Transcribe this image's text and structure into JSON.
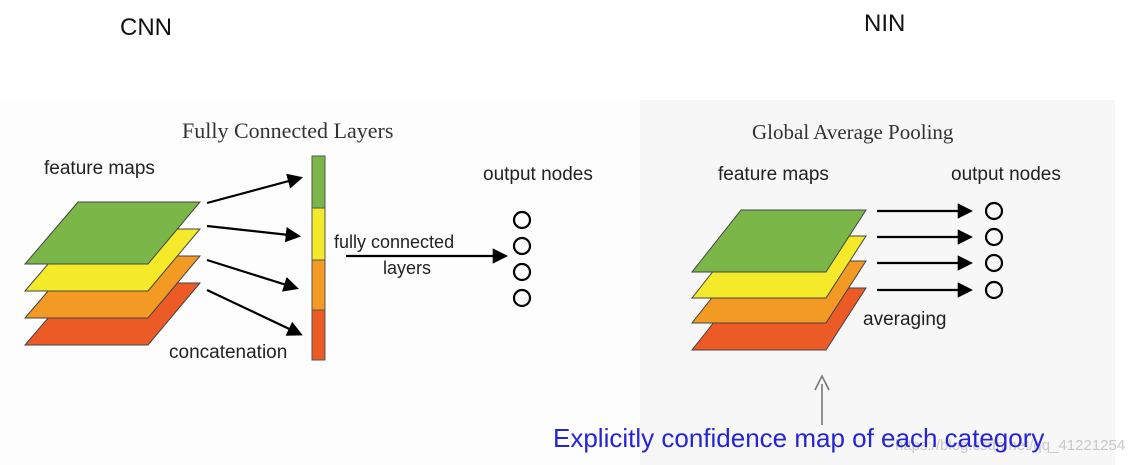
{
  "titles": {
    "left": "CNN",
    "right": "NIN"
  },
  "cnn": {
    "heading": "Fully Connected Layers",
    "feature_maps_label": "feature maps",
    "output_nodes_label": "output nodes",
    "fc_label_line1": "fully connected",
    "fc_label_line2": "layers",
    "concat_label": "concatenation",
    "layer_colors": [
      "#7ab648",
      "#f5ea2a",
      "#f39a24",
      "#ec5a25"
    ],
    "vector_colors": [
      "#7ab648",
      "#f5ea2a",
      "#f39a24",
      "#ec5a25"
    ]
  },
  "nin": {
    "heading": "Global Average Pooling",
    "feature_maps_label": "feature maps",
    "output_nodes_label": "output nodes",
    "averaging_label": "averaging"
  },
  "caption": "Explicitly confidence map of each category",
  "watermark": "https://blog.csdn.net/qq_41221254"
}
